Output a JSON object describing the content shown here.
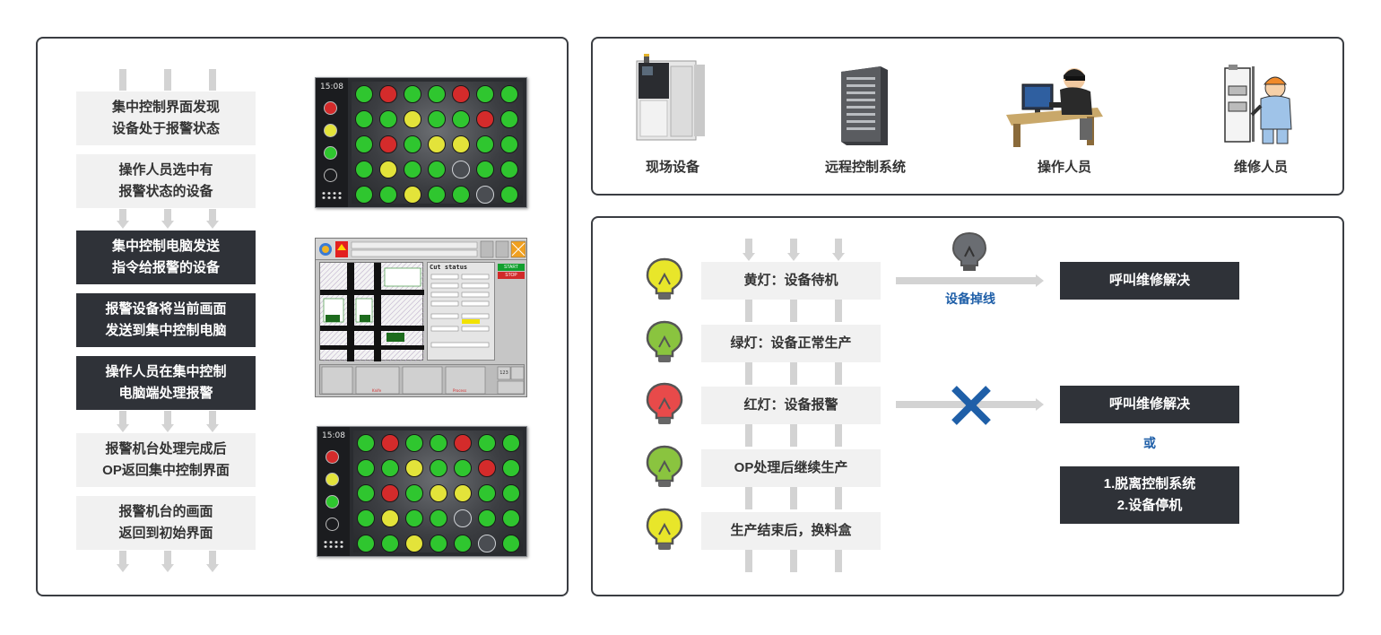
{
  "left_flow": {
    "steps": [
      {
        "text": "集中控制界面发现\n设备处于报警状态",
        "style": "light"
      },
      {
        "text": "操作人员选中有\n报警状态的设备",
        "style": "light"
      },
      {
        "text": "集中控制电脑发送\n指令给报警的设备",
        "style": "dark"
      },
      {
        "text": "报警设备将当前画面\n发送到集中控制电脑",
        "style": "dark"
      },
      {
        "text": "操作人员在集中控制\n电脑端处理报警",
        "style": "dark"
      },
      {
        "text": "报警机台处理完成后\nOP返回集中控制界面",
        "style": "light"
      },
      {
        "text": "报警机台的画面\n返回到初始界面",
        "style": "light"
      }
    ]
  },
  "screens": {
    "top_time": "15:08",
    "bottom_time": "15:08",
    "colors": {
      "green": "#2fc62f",
      "red": "#d42b2b",
      "yellow": "#e3e33a",
      "gray": "#4a4d52"
    },
    "grid_top": [
      [
        "green",
        "red",
        "green",
        "green",
        "red",
        "green",
        "green"
      ],
      [
        "green",
        "green",
        "yellow",
        "green",
        "green",
        "red",
        "green"
      ],
      [
        "green",
        "red",
        "green",
        "yellow",
        "yellow",
        "green",
        "green"
      ],
      [
        "green",
        "yellow",
        "green",
        "green",
        "gray",
        "green",
        "green"
      ],
      [
        "green",
        "green",
        "yellow",
        "green",
        "green",
        "gray",
        "green"
      ]
    ],
    "side_top": [
      "red",
      "yellow",
      "green",
      "gray"
    ],
    "grid_bottom": [
      [
        "green",
        "red",
        "green",
        "green",
        "red",
        "green",
        "green"
      ],
      [
        "green",
        "green",
        "yellow",
        "green",
        "green",
        "red",
        "green"
      ],
      [
        "green",
        "red",
        "green",
        "yellow",
        "yellow",
        "green",
        "green"
      ],
      [
        "green",
        "yellow",
        "green",
        "green",
        "gray",
        "green",
        "green"
      ],
      [
        "green",
        "green",
        "yellow",
        "green",
        "green",
        "gray",
        "green"
      ]
    ],
    "side_bottom": [
      "red",
      "yellow",
      "green",
      "gray"
    ]
  },
  "hmi": {
    "status_title": "Cut status",
    "start_label": "START",
    "stop_label": "STOP",
    "counter": "123"
  },
  "actors": [
    {
      "label": "现场设备",
      "icon": "machine-icon"
    },
    {
      "label": "远程控制系统",
      "icon": "server-rack-icon"
    },
    {
      "label": "操作人员",
      "icon": "operator-at-desk-icon"
    },
    {
      "label": "维修人员",
      "icon": "maintenance-worker-icon"
    }
  ],
  "light_states": [
    {
      "label": "黄灯：设备待机",
      "bulb": "#e8e62a"
    },
    {
      "label": "绿灯：设备正常生产",
      "bulb": "#8ac43f"
    },
    {
      "label": "红灯：设备报警",
      "bulb": "#e84a4a"
    },
    {
      "label": "OP处理后继续生产",
      "bulb": "#8ac43f"
    },
    {
      "label": "生产结束后，换料盒",
      "bulb": "#e8e62a"
    }
  ],
  "offline_note": "设备掉线",
  "offline_bulb": "#6a6d72",
  "outcomes": {
    "box1": "呼叫维修解决",
    "box2": "呼叫维修解决",
    "or_label": "或",
    "box3": "1.脱离控制系统\n2.设备停机"
  },
  "cross_color": "#1f5fa8"
}
